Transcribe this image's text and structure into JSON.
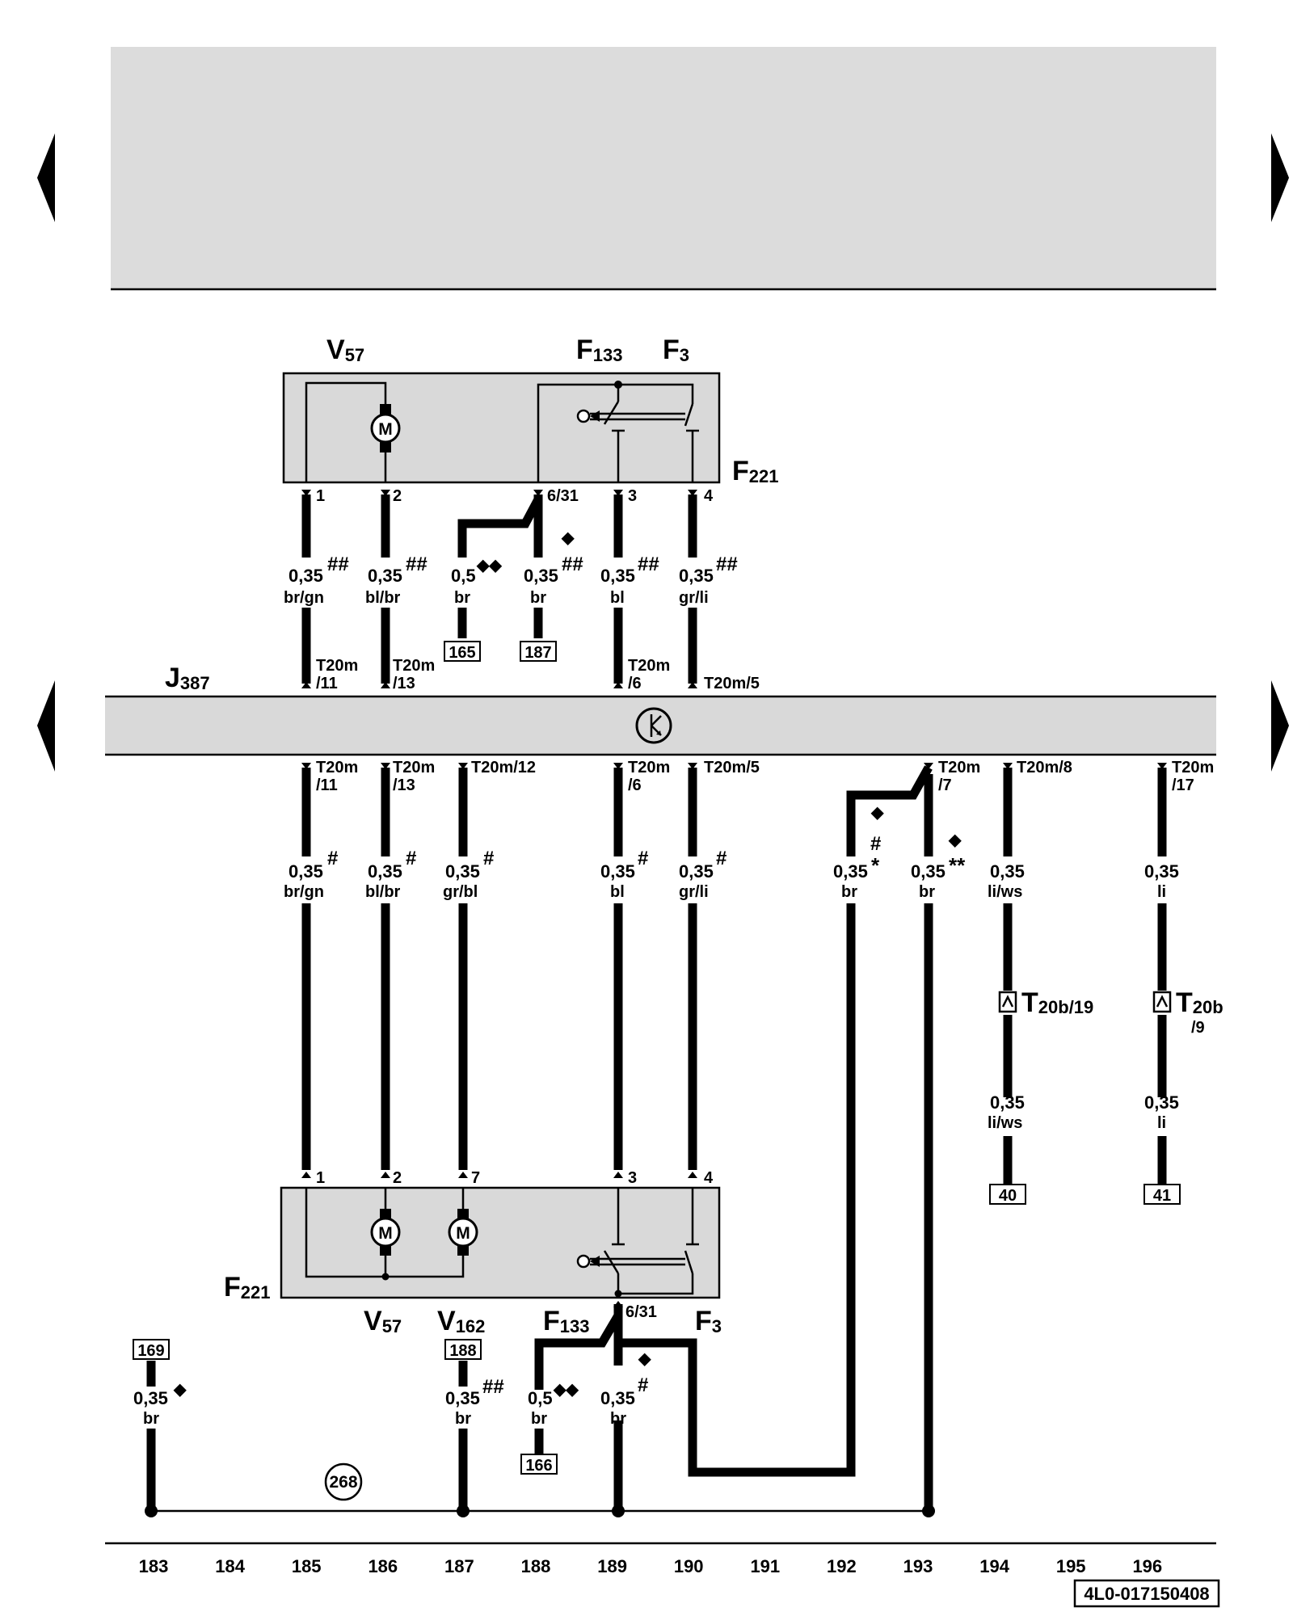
{
  "top_module": {
    "components": {
      "v57": "V",
      "v57_sub": "57",
      "f133": "F",
      "f133_sub": "133",
      "f3": "F",
      "f3_sub": "3",
      "f221": "F",
      "f221_sub": "221"
    },
    "pins": [
      "1",
      "2",
      "6/31",
      "3",
      "4"
    ]
  },
  "top_wires": [
    {
      "size": "0,35",
      "mark": "##",
      "color": "br/gn"
    },
    {
      "size": "0,35",
      "mark": "##",
      "color": "bl/br"
    },
    {
      "size": "0,5",
      "mark": "◆◆",
      "color": "br"
    },
    {
      "size": "0,35",
      "mark": "##",
      "color": "br"
    },
    {
      "size": "0,35",
      "mark": "##",
      "color": "bl"
    },
    {
      "size": "0,35",
      "mark": "##",
      "color": "gr/li"
    }
  ],
  "top_diamond": "◆",
  "top_refs": [
    "165",
    "187"
  ],
  "control_unit": {
    "name": "J",
    "name_sub": "387",
    "top_connectors": [
      {
        "a": "T20m",
        "b": "/11"
      },
      {
        "a": "T20m",
        "b": "/13"
      },
      {
        "a": "T20m",
        "b": "/6"
      },
      {
        "a": "T20m/5",
        "b": ""
      }
    ],
    "bottom_connectors": [
      {
        "a": "T20m",
        "b": "/11"
      },
      {
        "a": "T20m",
        "b": "/13"
      },
      {
        "a": "T20m/12",
        "b": ""
      },
      {
        "a": "T20m",
        "b": "/6"
      },
      {
        "a": "T20m/5",
        "b": ""
      },
      {
        "a": "T20m",
        "b": "/7"
      },
      {
        "a": "T20m/8",
        "b": ""
      },
      {
        "a": "T20m",
        "b": "/17"
      }
    ]
  },
  "mid_wires": [
    {
      "size": "0,35",
      "mark": "#",
      "color": "br/gn"
    },
    {
      "size": "0,35",
      "mark": "#",
      "color": "bl/br"
    },
    {
      "size": "0,35",
      "mark": "#",
      "color": "gr/bl"
    },
    {
      "size": "0,35",
      "mark": "#",
      "color": "bl"
    },
    {
      "size": "0,35",
      "mark": "#",
      "color": "gr/li"
    },
    {
      "size": "0,35",
      "mark": "#",
      "mark2": "*",
      "diamond": "◆",
      "color": "br"
    },
    {
      "size": "0,35",
      "mark": "**",
      "diamond": "◆",
      "color": "br"
    },
    {
      "size": "0,35",
      "mark": "",
      "color": "li/ws"
    },
    {
      "size": "0,35",
      "mark": "",
      "color": "li"
    }
  ],
  "inline_connectors": [
    {
      "name": "T",
      "sub": "20b/19",
      "sub2": ""
    },
    {
      "name": "T",
      "sub": "20b",
      "sub2": "/9"
    }
  ],
  "lower_right_wires": [
    {
      "size": "0,35",
      "color": "li/ws",
      "ref": "40"
    },
    {
      "size": "0,35",
      "color": "li",
      "ref": "41"
    }
  ],
  "bottom_module": {
    "components": {
      "f221": "F",
      "f221_sub": "221",
      "v57": "V",
      "v57_sub": "57",
      "v162": "V",
      "v162_sub": "162",
      "f133": "F",
      "f133_sub": "133",
      "f3": "F",
      "f3_sub": "3"
    },
    "pins": [
      "1",
      "2",
      "7",
      "3",
      "4",
      "6/31"
    ]
  },
  "bottom_wires": [
    {
      "size": "0,35",
      "mark": "◆",
      "color": "br",
      "ref": "169"
    },
    {
      "size": "0,35",
      "mark": "##",
      "color": "br",
      "ref": "188"
    },
    {
      "size": "0,5",
      "mark": "◆◆",
      "color": "br",
      "ref": "166"
    },
    {
      "size": "0,35",
      "mark": "#",
      "diamond": "◆",
      "color": "br",
      "ref": ""
    }
  ],
  "ground_point": "268",
  "motor_symbol": "M",
  "grid_numbers": [
    "183",
    "184",
    "185",
    "186",
    "187",
    "188",
    "189",
    "190",
    "191",
    "192",
    "193",
    "194",
    "195",
    "196"
  ],
  "diagram_id": "4L0-017150408"
}
